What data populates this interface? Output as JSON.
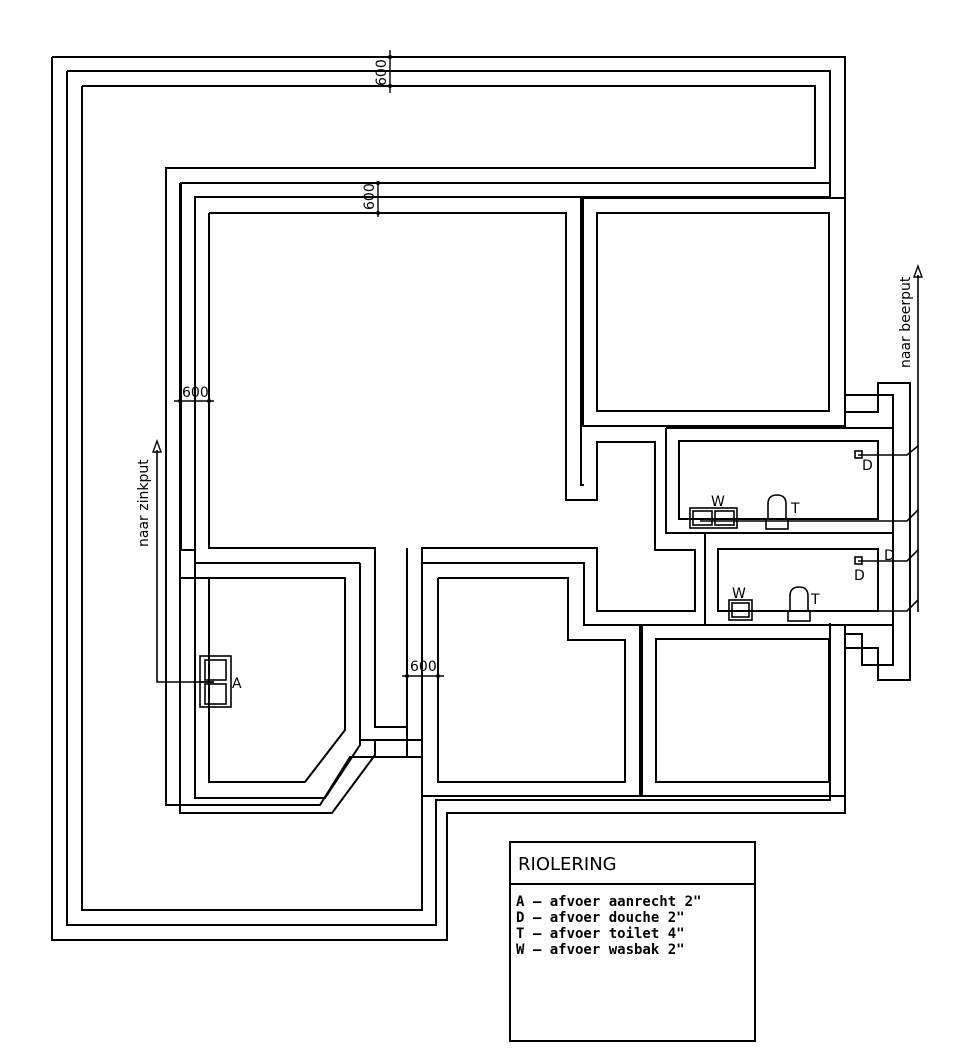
{
  "dimensions": {
    "top_outer": "600",
    "top_inner": "600",
    "left": "600",
    "middle": "600"
  },
  "fixtures": {
    "kitchen": "A",
    "shower_upper": "D",
    "shower_lower": "D",
    "shower_lower_side": "D",
    "toilet_upper": "T",
    "toilet_lower": "T",
    "basin_upper": "W",
    "basin_lower": "W"
  },
  "outlets": {
    "left": "naar zinkput",
    "right": "naar beerput"
  },
  "legend": {
    "title": "RIOLERING",
    "items": [
      "A — afvoer aanrecht 2\"",
      "D — afvoer douche 2\"",
      "T — afvoer toilet 4\"",
      "W — afvoer wasbak 2\""
    ]
  }
}
